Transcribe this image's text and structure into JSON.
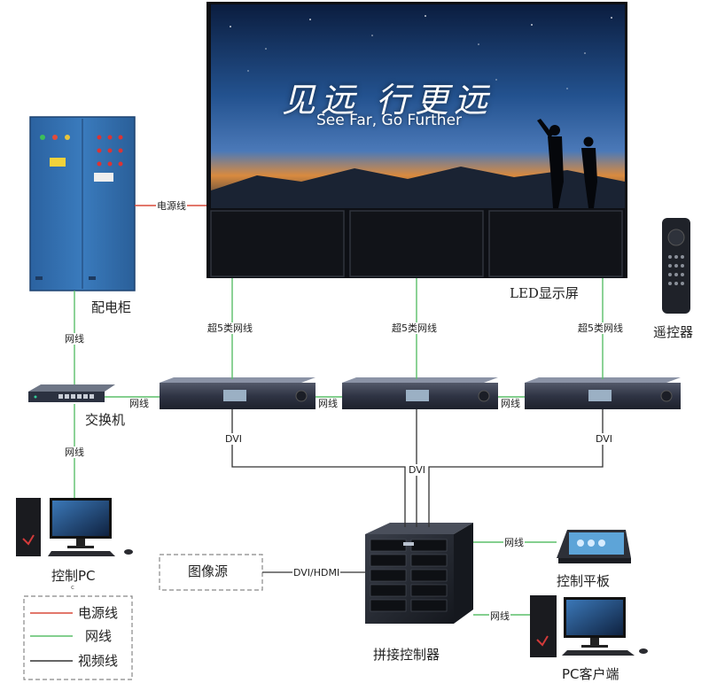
{
  "screen": {
    "title": "见远 行更远",
    "subtitle": "See Far, Go Further",
    "device_label": "LED显示屏"
  },
  "devices": {
    "power_cabinet": "配电柜",
    "switch": "交换机",
    "control_pc": "控制PC",
    "control_pc_sub": "c",
    "remote": "遥控器",
    "splicing_controller": "拼接控制器",
    "control_tablet": "控制平板",
    "pc_client": "PC客户端",
    "image_source": "图像源"
  },
  "connections": {
    "power_line": "电源线",
    "net_line": "网线",
    "cat5e": "超5类网线",
    "dvi": "DVI",
    "dvi_hdmi": "DVI/HDMI"
  },
  "legend": {
    "items": [
      {
        "label": "电源线",
        "color": "#d94a3a"
      },
      {
        "label": "网线",
        "color": "#5bbf6a"
      },
      {
        "label": "视频线",
        "color": "#333333"
      }
    ]
  },
  "colors": {
    "power": "#d94a3a",
    "network": "#5bbf6a",
    "video": "#333333",
    "cabinet": "#2f6fa8",
    "screen_top": "#1b3a6b",
    "screen_bottom": "#0c1320"
  }
}
